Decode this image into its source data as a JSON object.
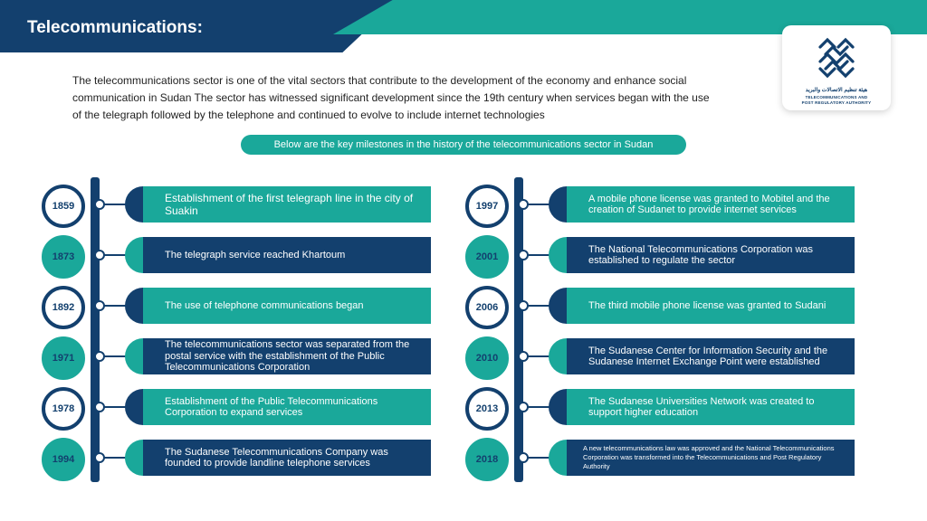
{
  "header": {
    "title": "Telecommunications:"
  },
  "logo": {
    "arabic_text": "هيئة تنظيم الاتصالات والبريد",
    "english_line1": "TELECOMMUNICATIONS AND",
    "english_line2": "POST REGULATORY AUTHORITY"
  },
  "intro": "The telecommunications sector is one of the vital sectors that contribute to the development of the economy and enhance social communication in Sudan The sector has witnessed significant development since the 19th century when services began with the use of the telegraph followed by the telephone and continued to evolve to include internet technologies",
  "milestones_banner": "Below are the key milestones in the history of the telecommunications sector in Sudan",
  "left_milestones": [
    {
      "year": "1859",
      "text": "Establishment of the first telegraph line in the city of Suakin"
    },
    {
      "year": "1873",
      "text": "The telegraph service reached Khartoum"
    },
    {
      "year": "1892",
      "text": "The use of telephone communications began"
    },
    {
      "year": "1971",
      "text": "The telecommunications sector was separated from the postal service with the establishment of the Public Telecommunications Corporation"
    },
    {
      "year": "1978",
      "text": "Establishment of the Public Telecommunications Corporation to expand services"
    },
    {
      "year": "1994",
      "text": "The Sudanese Telecommunications Company was founded to provide landline telephone services"
    }
  ],
  "right_milestones": [
    {
      "year": "1997",
      "text": "A mobile phone license was granted to Mobitel and the creation of Sudanet to provide internet services"
    },
    {
      "year": "2001",
      "text": "The National Telecommunications Corporation was established to regulate the sector"
    },
    {
      "year": "2006",
      "text": "The third mobile phone license was granted to Sudani"
    },
    {
      "year": "2010",
      "text": "The Sudanese Center for Information Security and the Sudanese Internet Exchange Point were established"
    },
    {
      "year": "2013",
      "text": "The Sudanese Universities Network was created to support higher education"
    },
    {
      "year": "2018",
      "text": "A new telecommunications law was approved and the National Telecommunications Corporation was transformed into the Telecommunications and Post Regulatory Authority"
    }
  ],
  "colors": {
    "navy": "#13406e",
    "teal": "#1aa89a"
  }
}
